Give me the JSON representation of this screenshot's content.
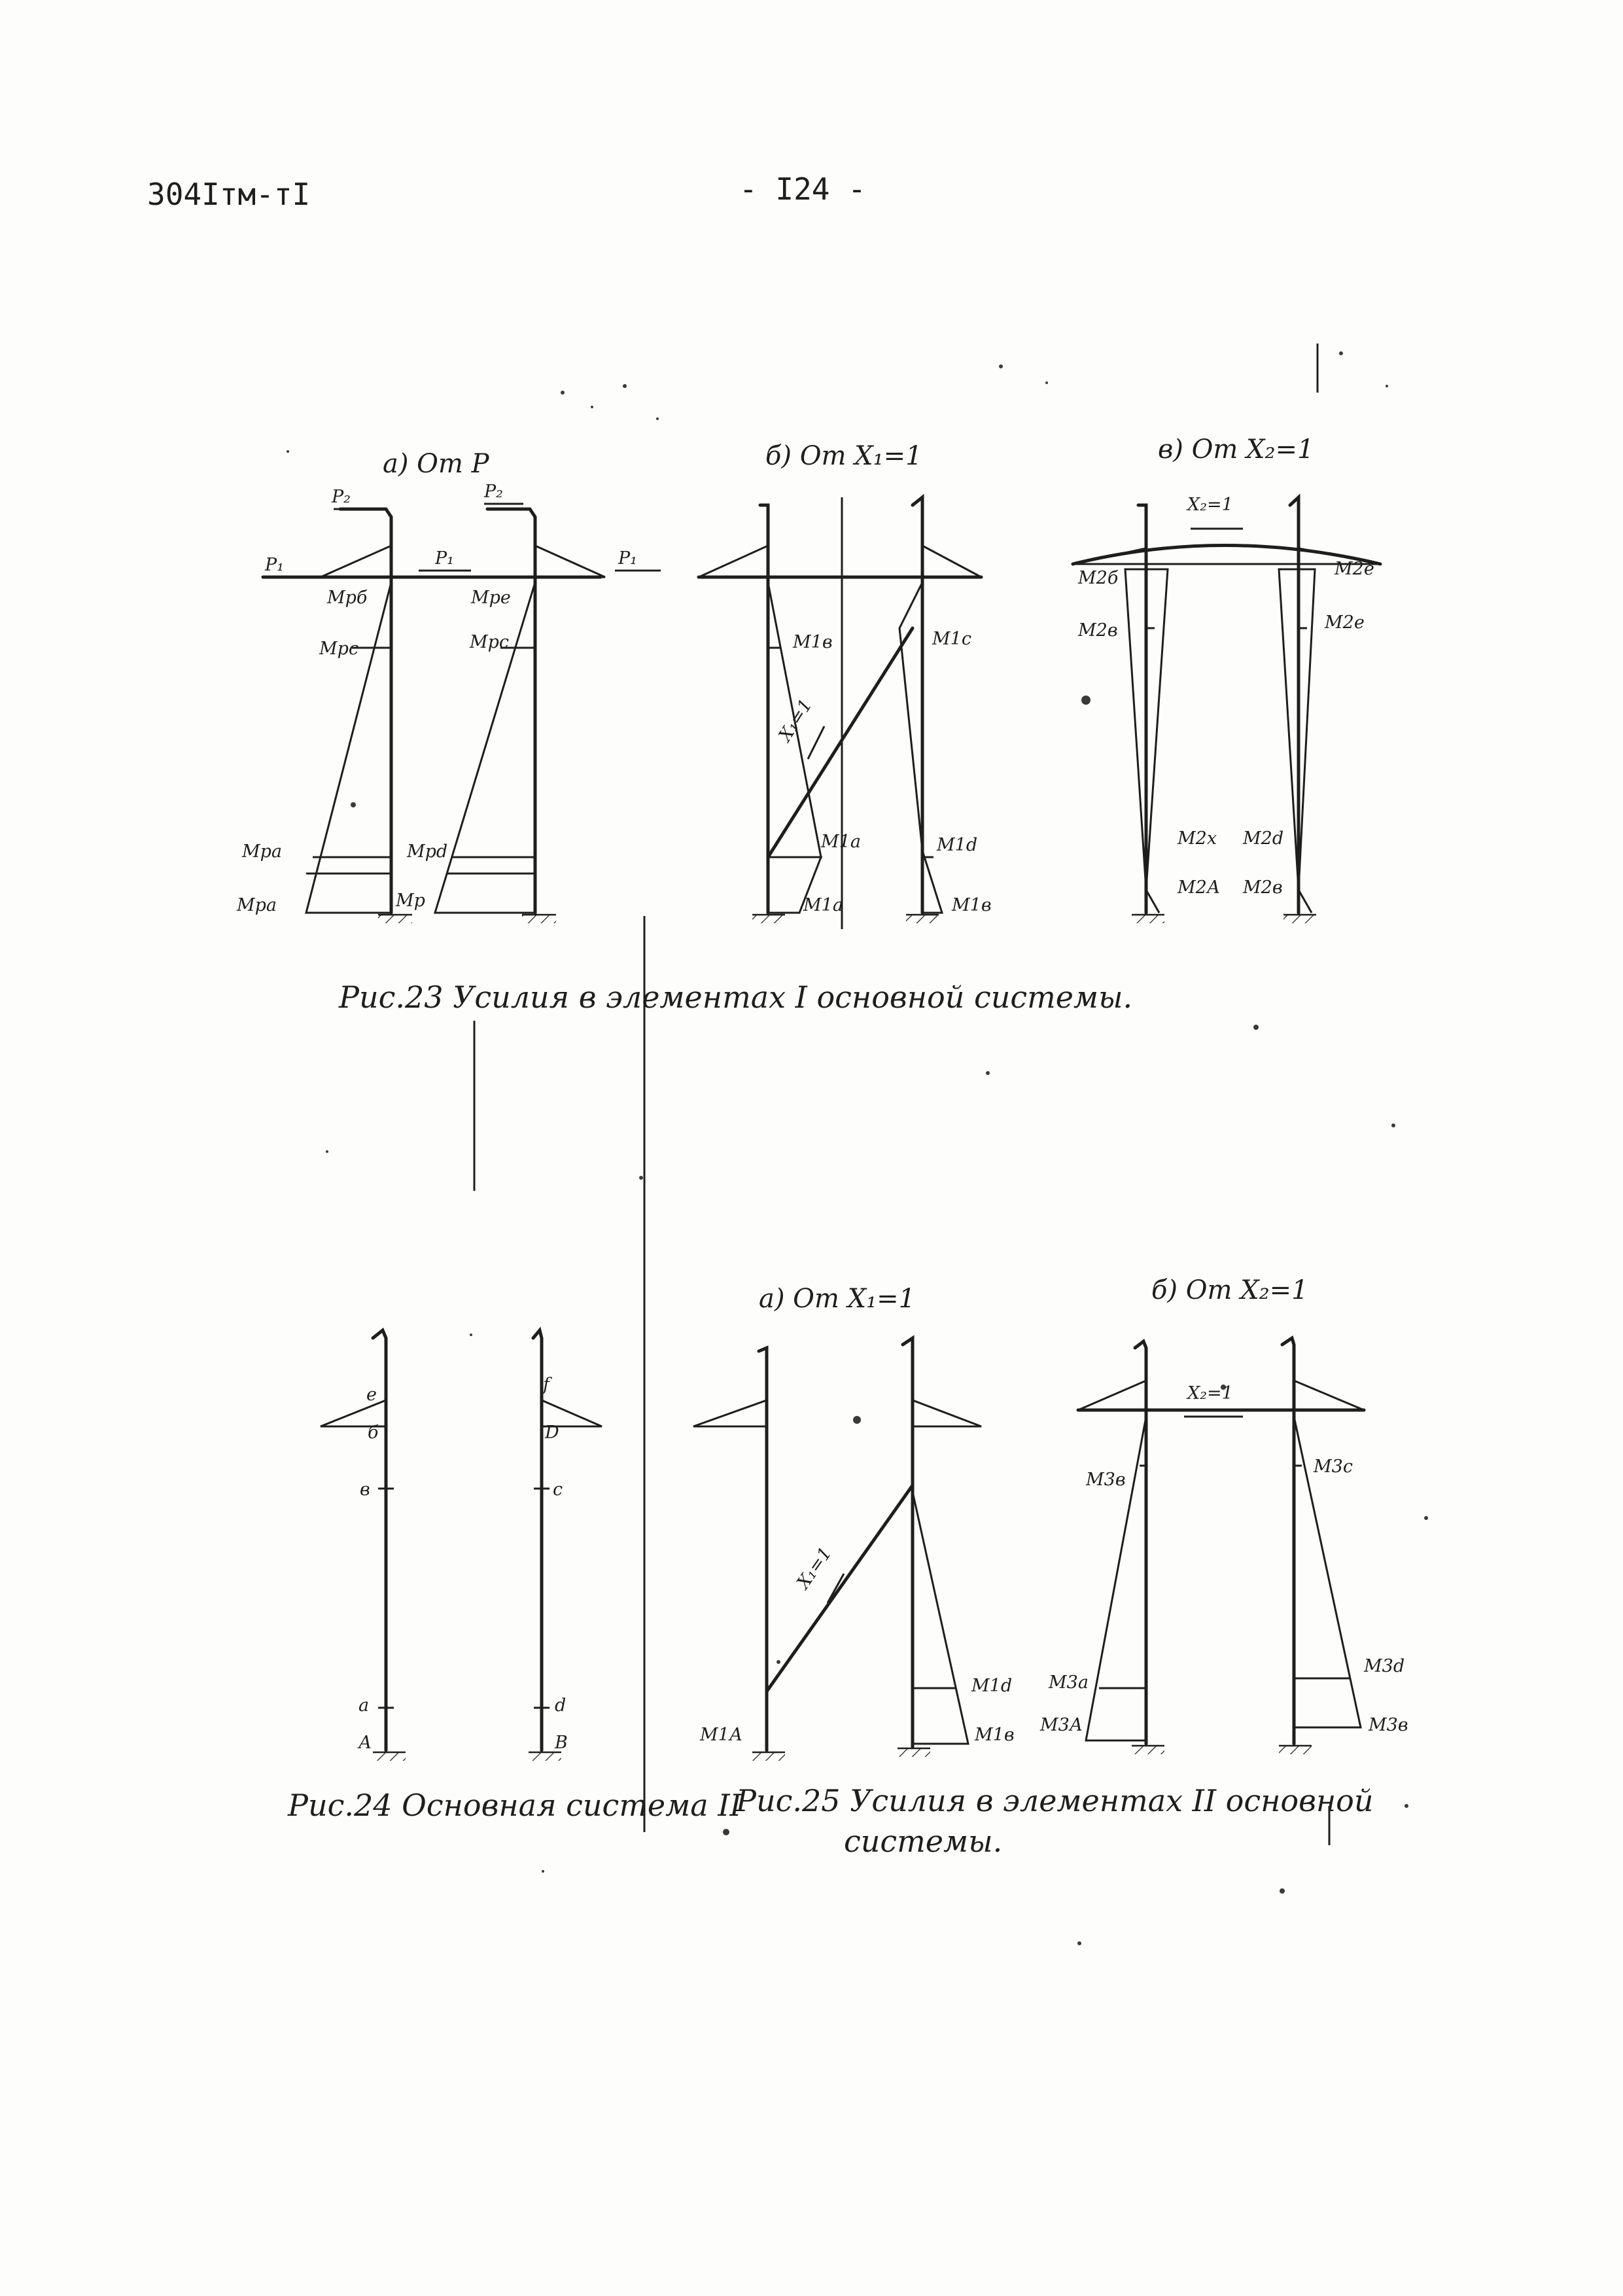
{
  "header": {
    "doc_code": "304Iтм-тI",
    "page_number": "- I24 -"
  },
  "fig23": {
    "caption": "Рис.23 Усилия в элементах I основной системы.",
    "panel_a": {
      "title": "а) От Р",
      "loads": [
        "P₂",
        "P₂",
        "P₁",
        "P₁",
        "P₁"
      ],
      "moments": [
        "Мрб",
        "Мре",
        "Мрс",
        "Мрс",
        "Мра",
        "Мрd",
        "Мра",
        "Мр"
      ]
    },
    "panel_b": {
      "title": "б) От X₁=1",
      "unit_force": "X₁=1",
      "moments": [
        "М1в",
        "М1с",
        "М1а",
        "М1d",
        "М1а",
        "М1в"
      ]
    },
    "panel_c": {
      "title": "в) От X₂=1",
      "unit_force": "X₂=1",
      "moments": [
        "М2б",
        "М2е",
        "М2в",
        "М2е",
        "М2х",
        "М2d",
        "М2А",
        "М2в"
      ]
    }
  },
  "fig24": {
    "caption": "Рис.24 Основная система II",
    "left_nodes": [
      "е",
      "б",
      "в",
      "а",
      "А"
    ],
    "right_nodes": [
      "f",
      "D",
      "с",
      "d",
      "В"
    ]
  },
  "fig25": {
    "caption_line1": "Рис.25 Усилия в элементах II основной",
    "caption_line2": "системы.",
    "panel_a": {
      "title": "а) От X₁=1",
      "unit_force": "X₁=1",
      "moments": [
        "М1d",
        "М1в",
        "М1А"
      ]
    },
    "panel_b": {
      "title": "б) От X₂=1",
      "unit_force": "X₂=1",
      "moments": [
        "М3в",
        "М3с",
        "М3а",
        "М3d",
        "М3А",
        "М3в"
      ]
    }
  }
}
